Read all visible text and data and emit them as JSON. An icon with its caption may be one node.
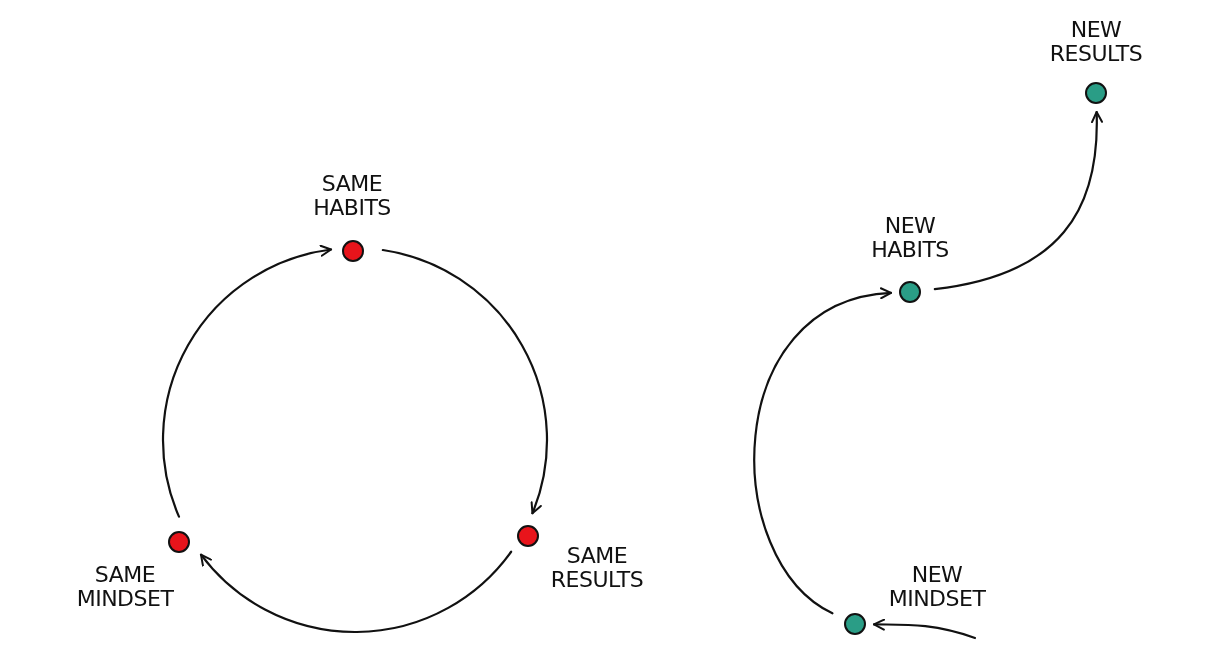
{
  "diagram": {
    "nodes": [
      {
        "text": [
          "SAME HABITS"
        ]
      },
      {
        "text": [
          "SAME RESULTS"
        ]
      },
      {
        "text": [
          "SAME MINDSET"
        ]
      },
      {
        "text": [
          "NEW MINDSET"
        ]
      },
      {
        "text": [
          "NEW HABITS"
        ]
      },
      {
        "text": [
          "NEW RESULTS"
        ]
      }
    ],
    "edges": [
      {
        "from": 0,
        "to": 1,
        "arrow": "to"
      },
      {
        "from": 1,
        "to": 2,
        "arrow": "to"
      },
      {
        "from": 2,
        "to": 0,
        "arrow": "to"
      },
      {
        "from": null,
        "to": 3,
        "arrow": "to"
      },
      {
        "from": 3,
        "to": 4,
        "arrow": "to"
      },
      {
        "from": 4,
        "to": 5,
        "arrow": "to"
      }
    ]
  }
}
